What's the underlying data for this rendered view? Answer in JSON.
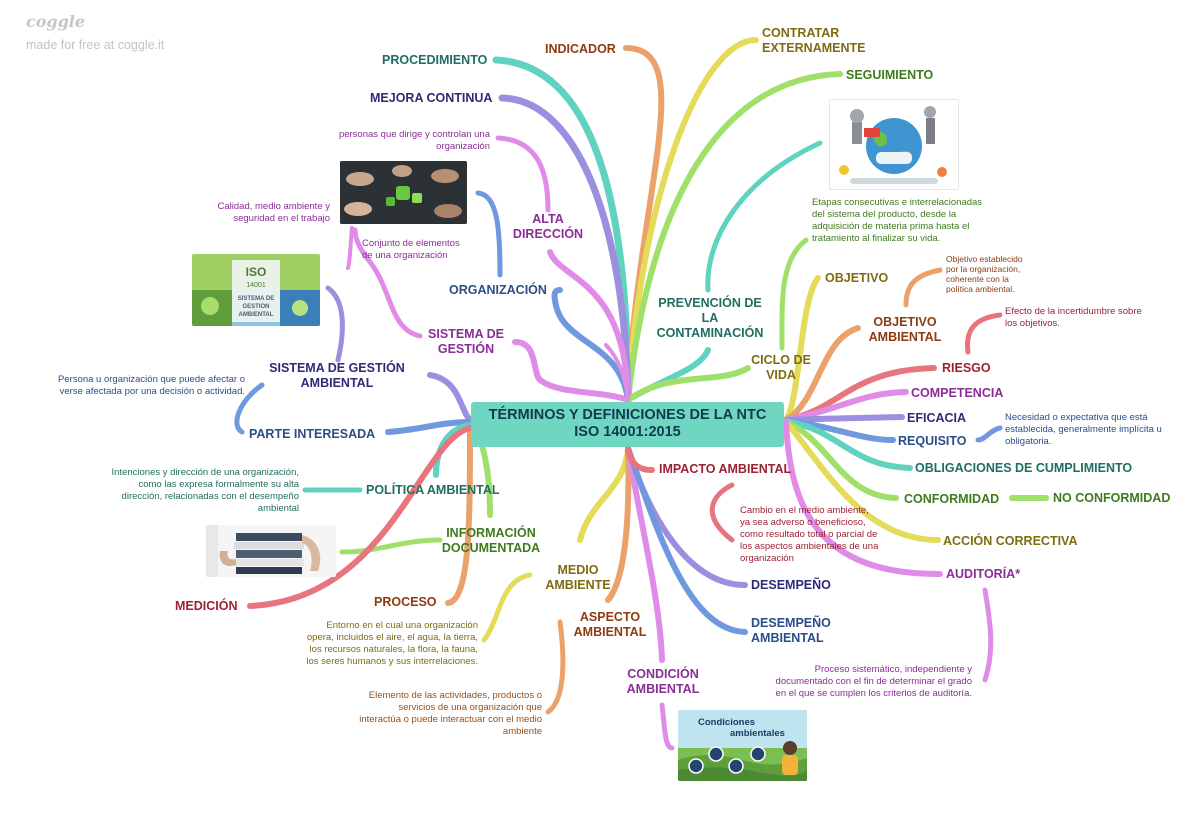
{
  "brand": {
    "logo": "coggle",
    "tagline": "made for free at coggle.it"
  },
  "central": {
    "line1": "TÉRMINOS Y DEFINICIONES DE LA NTC",
    "line2": "ISO 14001:2015"
  },
  "nodes": {
    "procedimiento": "PROCEDIMIENTO",
    "indicador": "INDICADOR",
    "contratar_1": "CONTRATAR",
    "contratar_2": "EXTERNAMENTE",
    "seguimiento": "SEGUIMIENTO",
    "mejora": "MEJORA CONTINUA",
    "alta_1": "ALTA",
    "alta_2": "DIRECCIÓN",
    "organizacion": "ORGANIZACIÓN",
    "sistema_gestion_1": "SISTEMA DE",
    "sistema_gestion_2": "GESTIÓN",
    "sga_1": "SISTEMA DE GESTIÓN",
    "sga_2": "AMBIENTAL",
    "parte": "PARTE INTERESADA",
    "politica": "POLÍTICA AMBIENTAL",
    "info_1": "INFORMACIÓN",
    "info_2": "DOCUMENTADA",
    "medicion": "MEDICIÓN",
    "proceso": "PROCESO",
    "medio_1": "MEDIO",
    "medio_2": "AMBIENTE",
    "aspecto_1": "ASPECTO",
    "aspecto_2": "AMBIENTAL",
    "condicion_1": "CONDICIÓN",
    "condicion_2": "AMBIENTAL",
    "prevencion_1": "PREVENCIÓN DE",
    "prevencion_2": "LA",
    "prevencion_3": "CONTAMINACIÓN",
    "ciclo_1": "CICLO DE",
    "ciclo_2": "VIDA",
    "objetivo": "OBJETIVO",
    "objetivo_amb_1": "OBJETIVO",
    "objetivo_amb_2": "AMBIENTAL",
    "riesgo": "RIESGO",
    "competencia": "COMPETENCIA",
    "eficacia": "EFICACIA",
    "requisito": "REQUISITO",
    "obligaciones": "OBLIGACIONES DE CUMPLIMIENTO",
    "conformidad": "CONFORMIDAD",
    "no_conformidad": "NO CONFORMIDAD",
    "accion": "ACCIÓN CORRECTIVA",
    "auditoria": "AUDITORÍA*",
    "impacto": "IMPACTO AMBIENTAL",
    "desempeno": "DESEMPEÑO",
    "desempeno_amb_1": "DESEMPEÑO",
    "desempeno_amb_2": "AMBIENTAL"
  },
  "notes": {
    "alta": [
      "personas que dirige y controlan una",
      "organización"
    ],
    "calidad": [
      "Calidad, medio ambiente y",
      "seguridad en el trabajo"
    ],
    "conjunto": [
      "Conjunto de elementos",
      "de una organización"
    ],
    "persona": [
      "Persona u organización que puede afectar o",
      "verse afectada por una decisión o actividad."
    ],
    "intenciones": [
      "Intenciones y dirección de una organización,",
      "como las expresa formalmente su alta",
      "dirección, relacionadas con el desempeño",
      "ambiental"
    ],
    "entorno": [
      "Entorno en el cual una organización",
      "opera, incluidos el aire, el agua, la tierra,",
      "los recursos naturales, la flora, la fauna,",
      "los seres humanos y sus interrelaciones."
    ],
    "elemento": [
      "Elemento de las actividades, productos o",
      "servicios de una organización que",
      "interactúa o puede interactuar con el medio",
      "ambiente"
    ],
    "etapas": [
      "Etapas consecutivas e interrelacionadas",
      "del sistema del producto, desde la",
      "adquisición de materia prima hasta el",
      "tratamiento al finalizar su vida."
    ],
    "objetivo": [
      "Objetivo establecido",
      "por la organización,",
      "coherente con la",
      "política ambiental."
    ],
    "efecto": [
      "Efecto de la incertidumbre sobre",
      "los objetivos."
    ],
    "necesidad": [
      "Necesidad o expectativa que está",
      "establecida, generalmente implícita u",
      "obligatoria."
    ],
    "cambio": [
      "Cambio en el medio ambiente,",
      "ya sea adverso o beneficioso,",
      "como resultado total o parcial de",
      "los aspectos ambientales de una",
      "organización"
    ],
    "proceso_sis": [
      "Proceso sistemático, independiente y",
      "documentado con el fin de determinar el grado",
      "en el que se cumplen los criterios de auditoría."
    ]
  },
  "images": {
    "iso_text": [
      "ISO",
      "14001",
      "SISTEMA DE",
      "GESTION",
      "AMBIENTAL"
    ],
    "condiciones_title": [
      "Condiciones",
      "ambientales"
    ]
  },
  "colors": {
    "central": "#6fd6c2",
    "teal": "#5fd3bf",
    "navy": "#9b8fe0",
    "purple": "#e08be8",
    "blue": "#6f98df",
    "yellow": "#e4db58",
    "green": "#9fe06a",
    "orange": "#eba16a",
    "red": "#e8757d"
  }
}
